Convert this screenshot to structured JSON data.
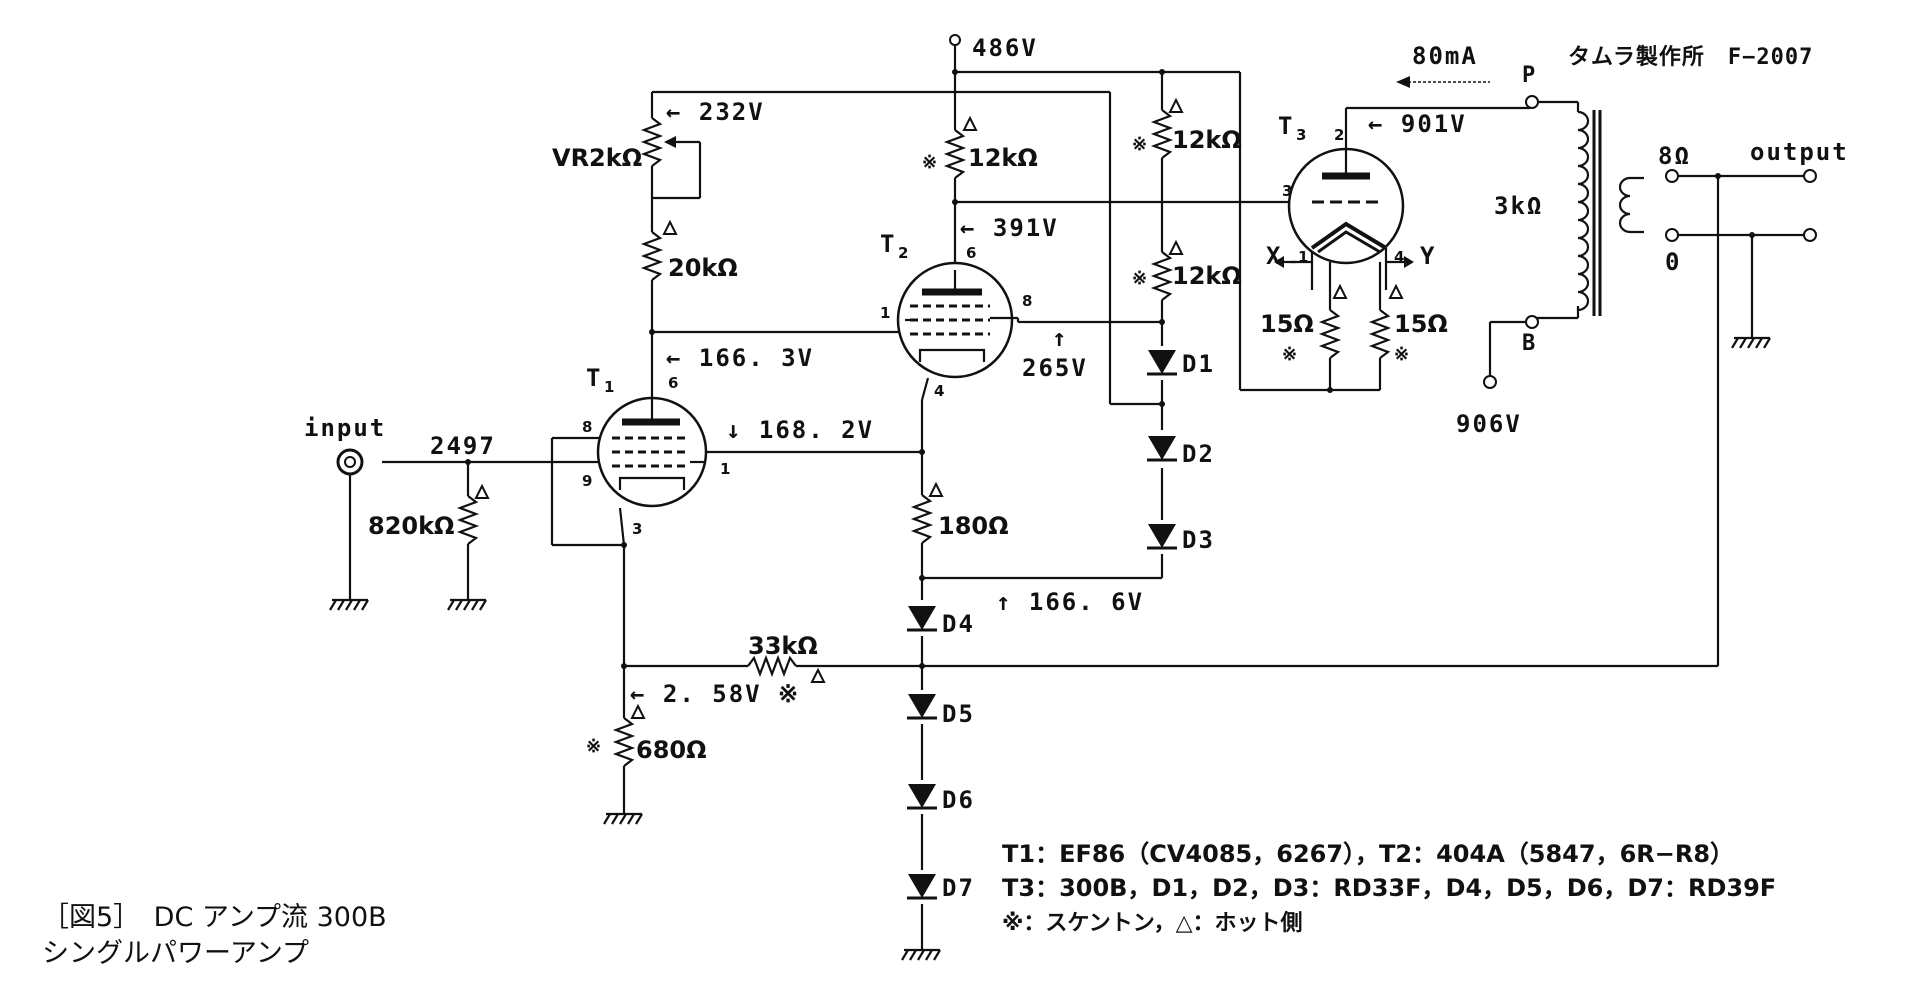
{
  "title": {
    "line1": "［図5］　DC アンプ流 300B",
    "line2": "シングルパワーアンプ"
  },
  "supply": "486V",
  "transformer": {
    "maker": "タムラ製作所　F−2007",
    "current": "80mA",
    "primary_imp": "3kΩ",
    "pin_p": "P",
    "pin_b": "B",
    "tap_8": "8Ω",
    "tap_0": "0",
    "output": "output"
  },
  "voltages": {
    "v232": "← 232V",
    "v391": "← 391V",
    "v901": "← 901V",
    "v1663": "← 166. 3V",
    "v1682": "↓ 168. 2V",
    "v265_arrow": "↑",
    "v265": "265V",
    "v1666": "↑ 166. 6V",
    "v258": "← 2. 58V ※",
    "v906": "906V"
  },
  "parts": {
    "vr2k": "VR2kΩ",
    "r20k": "20kΩ",
    "r12k_a": "12kΩ",
    "r12k_b": "12kΩ",
    "r12k_c": "12kΩ",
    "r820k": "820kΩ",
    "r180": "180Ω",
    "r33k": "33kΩ",
    "r680": "680Ω",
    "r15a": "15Ω",
    "r15b": "15Ω"
  },
  "marks": {
    "kome": "※",
    "tri": "△"
  },
  "tubes": {
    "t1": "T",
    "t1_sub": "1",
    "t2": "T",
    "t2_sub": "2",
    "t3": "T",
    "t3_sub": "3"
  },
  "pins": {
    "t1_6": "6",
    "t1_8": "8",
    "t1_9": "9",
    "t1_1": "1",
    "t1_3": "3",
    "t2_6": "6",
    "t2_1": "1",
    "t2_8": "8",
    "t2_4": "4",
    "t3_2": "2",
    "t3_3": "3",
    "t3_1": "1",
    "t3_4": "4"
  },
  "xy": {
    "x": "X",
    "y": "Y"
  },
  "diodes": [
    "D1",
    "D2",
    "D3",
    "D4",
    "D5",
    "D6",
    "D7"
  ],
  "input": {
    "label": "input",
    "node": "2497"
  },
  "legend": {
    "line1": "T1：EF86（CV4085，6267），T2：404A（5847，6R−R8）",
    "line2": "T3：300B，D1，D2，D3：RD33F，D4，D5，D6，D7：RD39F",
    "line3": "※：スケントン，△：ホット側"
  }
}
